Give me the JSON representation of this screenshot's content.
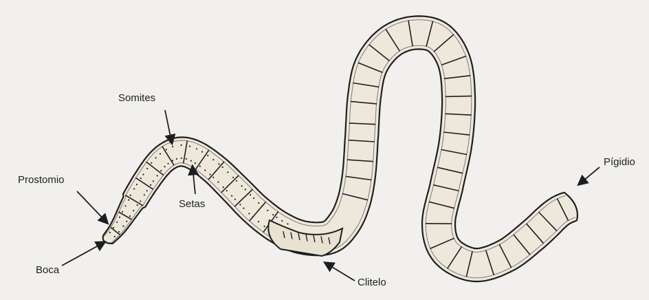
{
  "figure": {
    "labels": {
      "somites": "Somites",
      "prostomio": "Prostomio",
      "setas": "Setas",
      "boca": "Boca",
      "clitelo": "Clitelo",
      "pigidio": "Pígidio"
    }
  },
  "colors": {
    "background": "#f1f0ee",
    "body_fill": "#eee8dc",
    "outline": "#1e1e1e"
  }
}
